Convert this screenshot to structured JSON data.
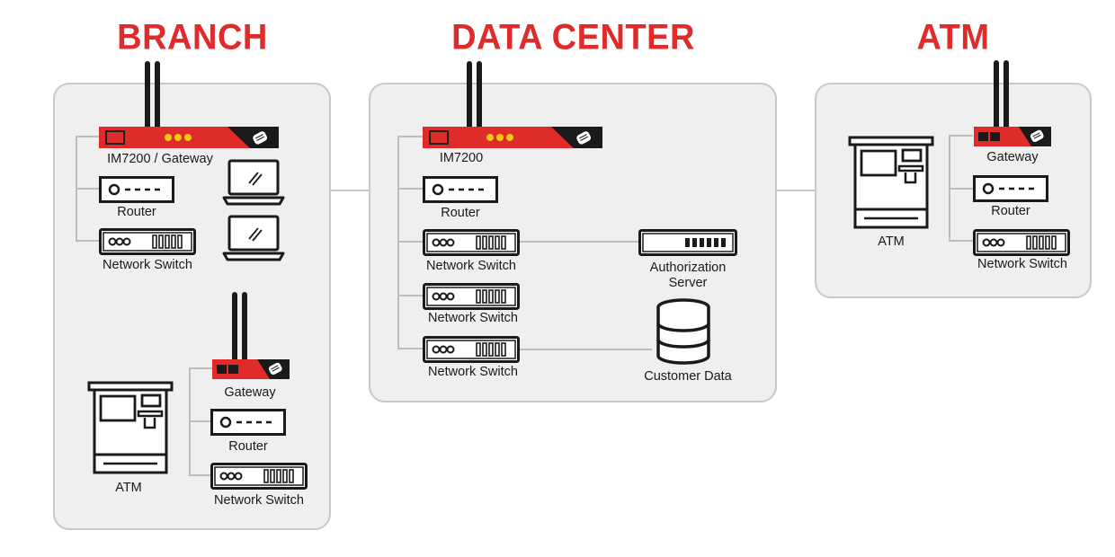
{
  "colors": {
    "accent": "#e02b2b",
    "panel": "#efefef",
    "panel_border": "#c8c8c8",
    "line": "#bdbdbd",
    "ink": "#1a1a1a"
  },
  "sections": {
    "branch": {
      "title": "BRANCH"
    },
    "data_center": {
      "title": "DATA CENTER"
    },
    "atm": {
      "title": "ATM"
    }
  },
  "branch": {
    "gateway_label": "IM7200 / Gateway",
    "router_label": "Router",
    "switch_label": "Network Switch",
    "atm_group": {
      "gateway_label": "Gateway",
      "router_label": "Router",
      "switch_label": "Network Switch",
      "atm_label": "ATM"
    }
  },
  "data_center": {
    "gateway_label": "IM7200",
    "router_label": "Router",
    "switch_labels": [
      "Network Switch",
      "Network Switch",
      "Network Switch"
    ],
    "auth_server_label": "Authorization Server",
    "customer_data_label": "Customer Data"
  },
  "atm": {
    "atm_label": "ATM",
    "gateway_label": "Gateway",
    "router_label": "Router",
    "switch_label": "Network Switch"
  },
  "icons": [
    "antenna-icon",
    "laptop-icon",
    "database-icon",
    "atm-machine-icon",
    "router-icon",
    "switch-icon",
    "server-icon"
  ]
}
